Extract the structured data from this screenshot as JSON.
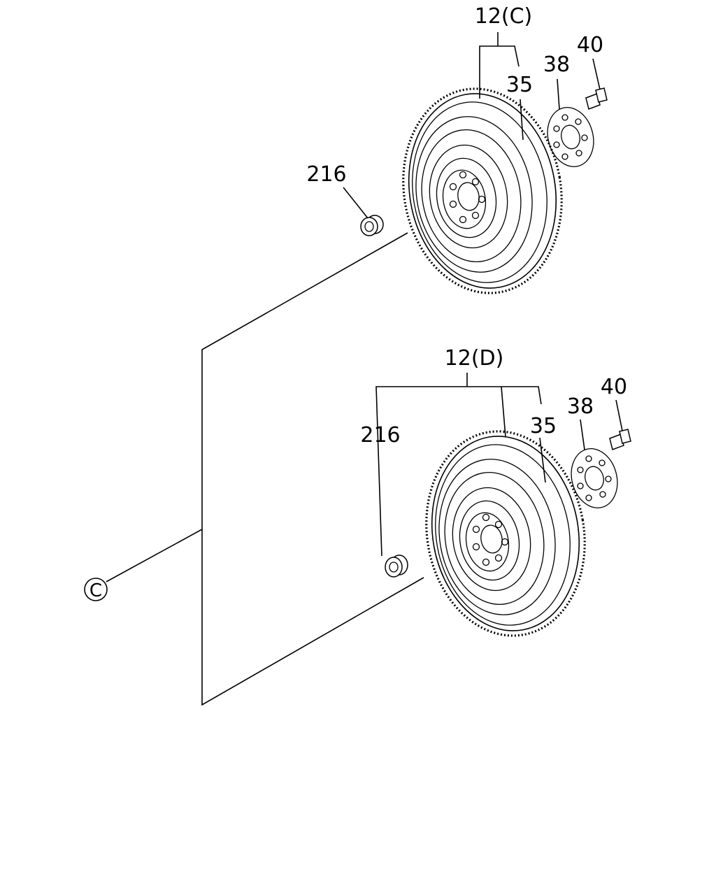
{
  "diagram": {
    "upper_assembly": {
      "group_label": "12(C)",
      "ring_gear_label": "35",
      "plate_label": "38",
      "bolt_label": "40",
      "bearing_label": "216"
    },
    "lower_assembly": {
      "group_label": "12(D)",
      "ring_gear_label": "35",
      "plate_label": "38",
      "bolt_label": "40",
      "bearing_label": "216"
    },
    "reference_marker": "C"
  }
}
